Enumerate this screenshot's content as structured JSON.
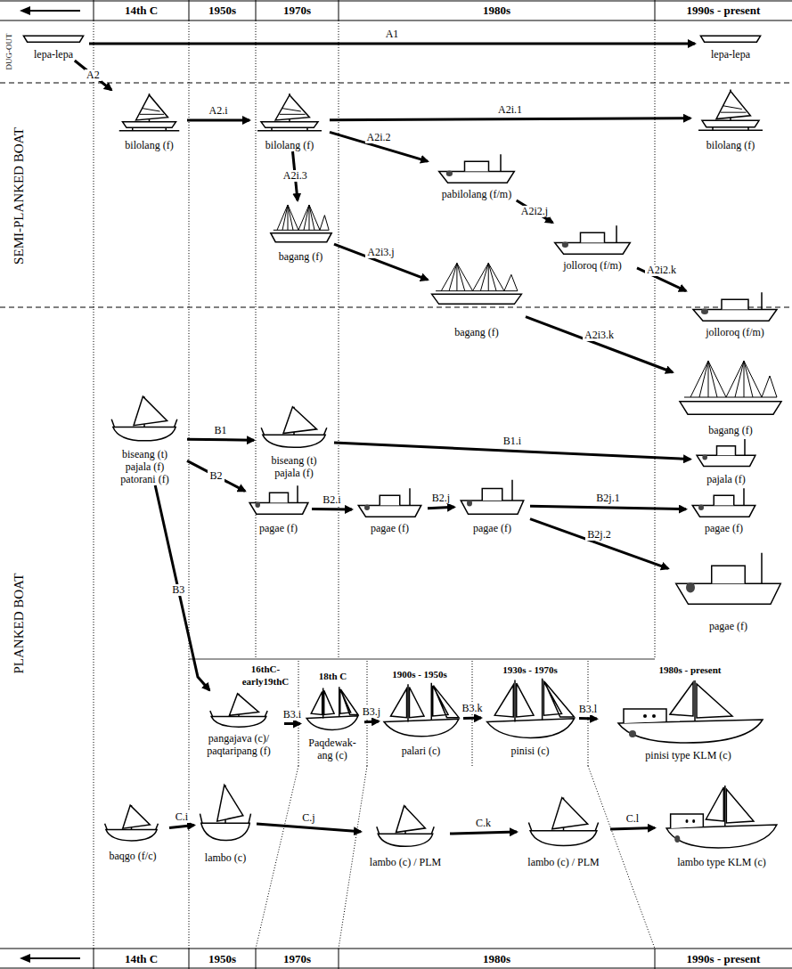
{
  "diagram": {
    "nodes": [
      {
        "text": [
          "lepa-lepa"
        ]
      },
      {
        "text": [
          "lepa-lepa"
        ]
      },
      {
        "text": [
          "bilolang (f)"
        ]
      },
      {
        "text": [
          "bilolang (f)"
        ]
      },
      {
        "text": [
          "bilolang (f)"
        ]
      },
      {
        "text": [
          "pabilolang (f/m)"
        ]
      },
      {
        "text": [
          "bagang (f)"
        ]
      },
      {
        "text": [
          "jolloroq (f/m)"
        ]
      },
      {
        "text": [
          "bagang (f)"
        ]
      },
      {
        "text": [
          "jolloroq (f/m)"
        ]
      },
      {
        "text": [
          "bagang (f)"
        ]
      },
      {
        "text": [
          "biseang (t)",
          "pajala (f)",
          "patorani (f)"
        ]
      },
      {
        "text": [
          "biseang (t)",
          "pajala (f)"
        ]
      },
      {
        "text": [
          "pajala (f)"
        ]
      },
      {
        "text": [
          "pagae (f)"
        ]
      },
      {
        "text": [
          "pagae (f)"
        ]
      },
      {
        "text": [
          "pagae (f)"
        ]
      },
      {
        "text": [
          "pagae (f)"
        ]
      },
      {
        "text": [
          "pagae (f)"
        ]
      },
      {
        "text": [
          "pangajava (c)/ paqtaripang (f)"
        ]
      },
      {
        "text": [
          "Paqdewak- ang (c)"
        ]
      },
      {
        "text": [
          "palari (c)"
        ]
      },
      {
        "text": [
          "pinisi (c)"
        ]
      },
      {
        "text": [
          "pinisi type KLM (c)"
        ]
      },
      {
        "text": [
          "baqgo (f/c)"
        ]
      },
      {
        "text": [
          "lambo (c)"
        ]
      },
      {
        "text": [
          "lambo (c) / PLM"
        ]
      },
      {
        "text": [
          "lambo (c) / PLM"
        ]
      },
      {
        "text": [
          "lambo type KLM (c)"
        ]
      }
    ],
    "edges": [
      {
        "from": 0,
        "to": 1,
        "arrow": "to",
        "label": "A1"
      },
      {
        "from": 0,
        "to": 2,
        "arrow": "to",
        "label": "A2"
      },
      {
        "from": 2,
        "to": 3,
        "arrow": "to",
        "label": "A2.i"
      },
      {
        "from": 3,
        "to": 4,
        "arrow": "to",
        "label": "A2i.1"
      },
      {
        "from": 3,
        "to": 5,
        "arrow": "to",
        "label": "A2i.2"
      },
      {
        "from": 3,
        "to": 6,
        "arrow": "to",
        "label": "A2i.3"
      },
      {
        "from": 5,
        "to": 7,
        "arrow": "to",
        "label": "A2i2.j"
      },
      {
        "from": 6,
        "to": 8,
        "arrow": "to",
        "label": "A2i3.j"
      },
      {
        "from": 7,
        "to": 9,
        "arrow": "to",
        "label": "A2i2.k"
      },
      {
        "from": 8,
        "to": 10,
        "arrow": "to",
        "label": "A2i3.k"
      },
      {
        "from": 11,
        "to": 12,
        "arrow": "to",
        "label": "B1"
      },
      {
        "from": 12,
        "to": 13,
        "arrow": "to",
        "label": "B1.i"
      },
      {
        "from": 11,
        "to": 14,
        "arrow": "to",
        "label": "B2"
      },
      {
        "from": 14,
        "to": 15,
        "arrow": "to",
        "label": "B2.i"
      },
      {
        "from": 15,
        "to": 16,
        "arrow": "to",
        "label": "B2.j"
      },
      {
        "from": 16,
        "to": 17,
        "arrow": "to",
        "label": "B2j.1"
      },
      {
        "from": 16,
        "to": 18,
        "arrow": "to",
        "label": "B2j.2"
      },
      {
        "from": 11,
        "to": 19,
        "arrow": "to",
        "label": "B3"
      },
      {
        "from": 19,
        "to": 20,
        "arrow": "to",
        "label": "B3.i"
      },
      {
        "from": 20,
        "to": 21,
        "arrow": "to",
        "label": "B3.j"
      },
      {
        "from": 21,
        "to": 22,
        "arrow": "to",
        "label": "B3.k"
      },
      {
        "from": 22,
        "to": 23,
        "arrow": "to",
        "label": "B3.l"
      },
      {
        "from": 24,
        "to": 25,
        "arrow": "to",
        "label": "C.i"
      },
      {
        "from": 25,
        "to": 26,
        "arrow": "to",
        "label": "C.j"
      },
      {
        "from": 26,
        "to": 27,
        "arrow": "to",
        "label": "C.k"
      },
      {
        "from": 27,
        "to": 28,
        "arrow": "to",
        "label": "C.l"
      }
    ],
    "labels": [
      "14th C",
      "1950s",
      "1970s",
      "1980s",
      "1990s - present",
      "DUG-OUT",
      "SEMI-PLANKED BOAT",
      "PLANKED BOAT",
      "16thC- early19thC",
      "18th C",
      "1900s - 1950s",
      "1930s - 1970s",
      "1980s - present",
      "14th C",
      "1950s",
      "1970s",
      "1980s",
      "1990s - present"
    ]
  }
}
